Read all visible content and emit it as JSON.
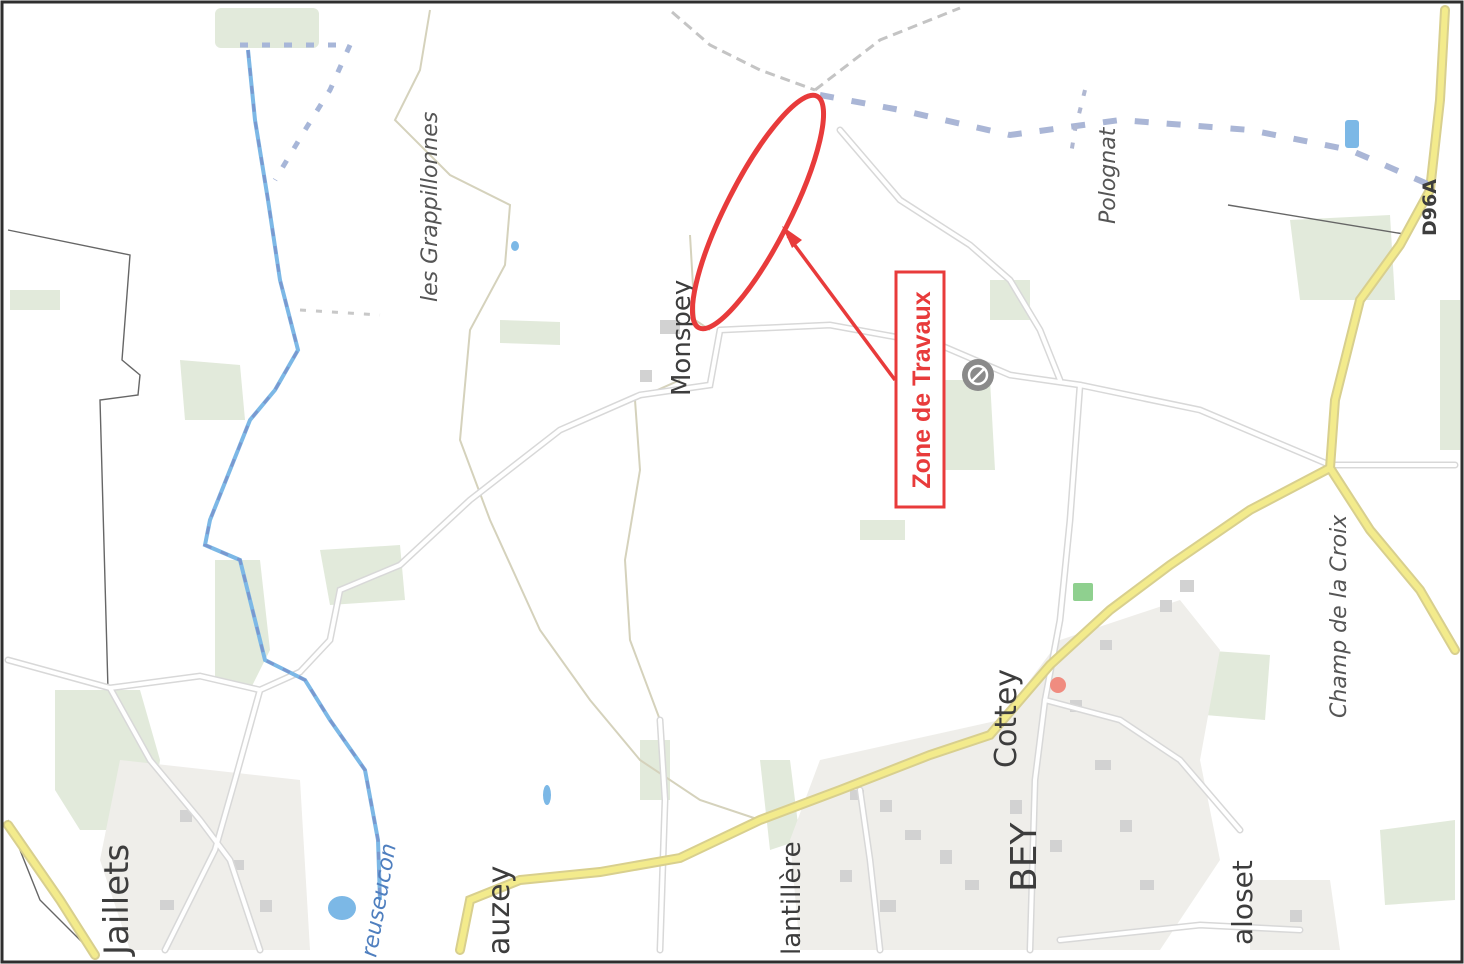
{
  "map": {
    "place_labels": {
      "jaillets": "Jaillets",
      "grappillonnes": "les Grappillonnes",
      "monspey": "Monspey",
      "polognat": "Polognat",
      "d96a": "D96A",
      "champ_croix": "Champ de la Croix",
      "cottey": "Cottey",
      "bey": "BEY",
      "mantillere": "lantillère",
      "auzey": "auzey",
      "aloset": "aloset",
      "river": "reuseucon"
    },
    "callout": {
      "label": "Zone de Travaux"
    },
    "colors": {
      "background": "#ffffff",
      "frame": "#2b2b2b",
      "river": "#6aaee0",
      "river_dots": "#7aa0d8",
      "yellow_road": "#f1e98a",
      "road_casing": "#cfc9a8",
      "minor_road": "#e3e3e3",
      "track": "#cfcfb8",
      "boundary": "#5a5a5a",
      "forest": "#dfe8da",
      "building": "#c9c9c9",
      "callout_red": "#e83b3b"
    }
  }
}
